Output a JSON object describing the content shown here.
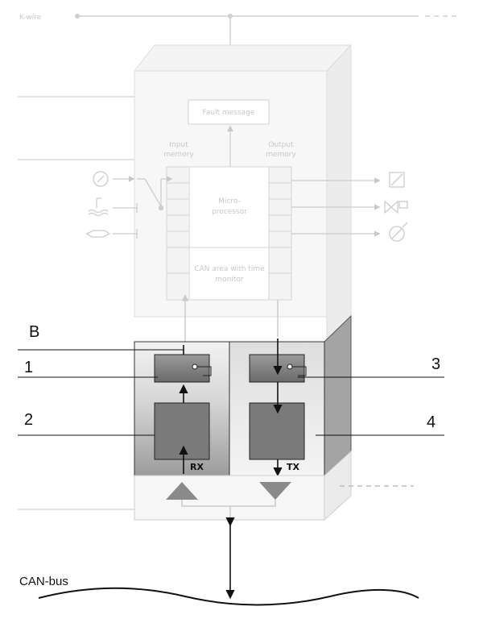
{
  "top_wire_label": "K-wire",
  "blocks": {
    "fault_message": "Fault message",
    "input_memory": [
      "Input",
      "memory"
    ],
    "output_memory": [
      "Output",
      "memory"
    ],
    "microprocessor": [
      "Micro-",
      "processor"
    ],
    "can_area": [
      "CAN area with time",
      "monitor"
    ]
  },
  "labels": {
    "B": "B",
    "one": "1",
    "two": "2",
    "three": "3",
    "four": "4"
  },
  "rx_label": "RX",
  "tx_label": "TX",
  "bus_label": "CAN-bus",
  "icons": [
    "speedometer-icon",
    "coolant-temperature-icon",
    "oil-can-icon",
    "gauge-output-icon",
    "valve-icon",
    "fan-icon"
  ],
  "colors": {
    "faint": "#d4d4d4",
    "dark_box": "#7a7a7a",
    "side_panel": "#9a9a9a"
  }
}
